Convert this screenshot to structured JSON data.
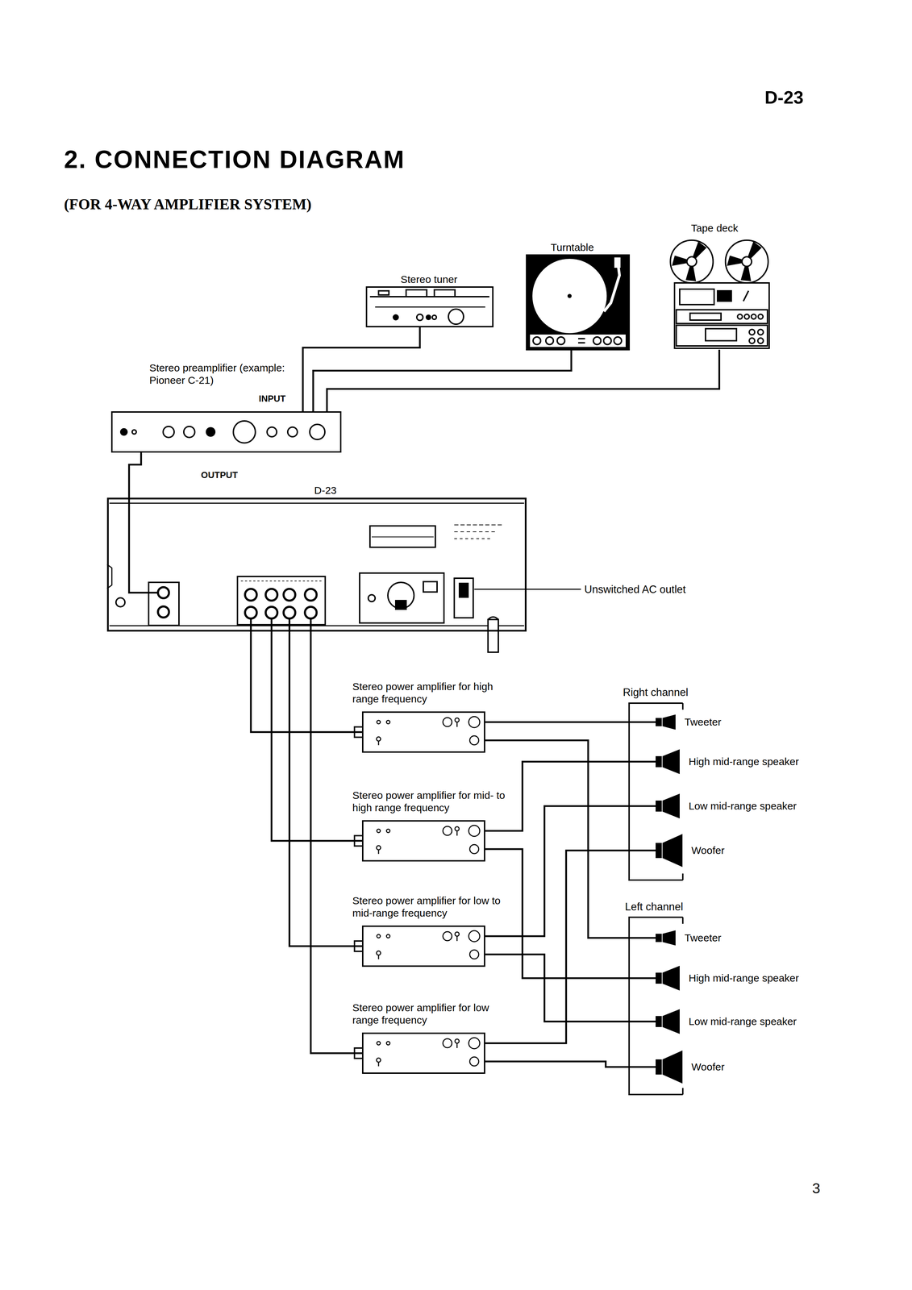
{
  "diagram": {
    "title": "2. CONNECTION DIAGRAM",
    "nodes": [
      {
        "text": [
          "Stereo tuner"
        ]
      },
      {
        "text": [
          "Turntable"
        ]
      },
      {
        "text": [
          "Tape deck"
        ]
      },
      {
        "text": [
          "Stereo preamplifier (example: Pioneer C-21)",
          "INPUT",
          "OUTPUT"
        ]
      },
      {
        "text": [
          "D-23"
        ]
      },
      {
        "text": [
          "Stereo power amplifier for high range frequency"
        ]
      },
      {
        "text": [
          "Stereo power amplifier for mid- to high range frequency"
        ]
      },
      {
        "text": [
          "Stereo power amplifier for low to mid-range frequency"
        ]
      },
      {
        "text": [
          "Stereo power amplifier for low range frequency"
        ]
      },
      {
        "text": [
          "Tweeter"
        ]
      },
      {
        "text": [
          "High mid-range speaker"
        ]
      },
      {
        "text": [
          "Low mid-range speaker"
        ]
      },
      {
        "text": [
          "Woofer"
        ]
      },
      {
        "text": [
          "Tweeter"
        ]
      },
      {
        "text": [
          "High mid-range speaker"
        ]
      },
      {
        "text": [
          "Low mid-range speaker"
        ]
      },
      {
        "text": [
          "Woofer"
        ]
      }
    ],
    "edges": [
      {
        "from": 0,
        "to": 3,
        "arrow": "none"
      },
      {
        "from": 1,
        "to": 3,
        "arrow": "none"
      },
      {
        "from": 2,
        "to": 3,
        "arrow": "none"
      },
      {
        "from": 3,
        "to": 4,
        "arrow": "none"
      },
      {
        "from": 4,
        "to": 5,
        "arrow": "none"
      },
      {
        "from": 4,
        "to": 6,
        "arrow": "none"
      },
      {
        "from": 4,
        "to": 7,
        "arrow": "none"
      },
      {
        "from": 4,
        "to": 8,
        "arrow": "none"
      },
      {
        "from": 5,
        "to": 9,
        "arrow": "none"
      },
      {
        "from": 5,
        "to": 13,
        "arrow": "none"
      },
      {
        "from": 6,
        "to": 10,
        "arrow": "none"
      },
      {
        "from": 6,
        "to": 14,
        "arrow": "none"
      },
      {
        "from": 7,
        "to": 11,
        "arrow": "none"
      },
      {
        "from": 7,
        "to": 15,
        "arrow": "none"
      },
      {
        "from": 8,
        "to": 12,
        "arrow": "none"
      },
      {
        "from": 8,
        "to": 16,
        "arrow": "none"
      }
    ],
    "labels": [
      "D-23",
      "(FOR 4-WAY AMPLIFIER SYSTEM)",
      "Unswitched AC outlet",
      "Right channel",
      "Left channel",
      "3"
    ]
  }
}
